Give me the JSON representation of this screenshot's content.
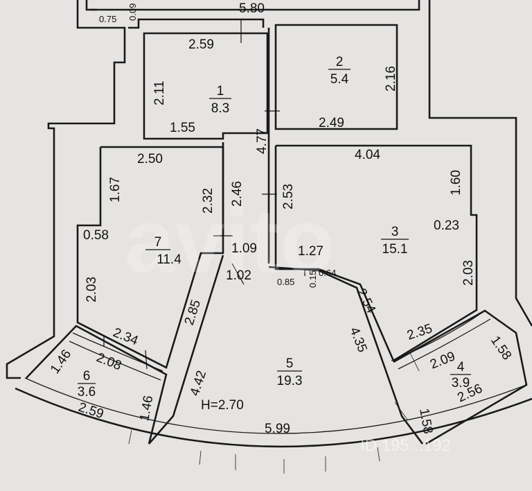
{
  "ceiling_height": "H=2.70",
  "rooms": [
    {
      "number": "1",
      "area": "8.3"
    },
    {
      "number": "2",
      "area": "5.4"
    },
    {
      "number": "3",
      "area": "15.1"
    },
    {
      "number": "4",
      "area": "3.9"
    },
    {
      "number": "5",
      "area": "19.3"
    },
    {
      "number": "6",
      "area": "3.6"
    },
    {
      "number": "7",
      "area": "11.4"
    }
  ],
  "dimensions": [
    "5.80",
    "0.75",
    "0.09",
    "2.59",
    "2.11",
    "1.55",
    "4.77",
    "2.16",
    "2.49",
    "2.50",
    "1.67",
    "2.32",
    "2.46",
    "2.53",
    "4.04",
    "1.60",
    "0.58",
    "0.23",
    "1.09",
    "1.27",
    "1.02",
    "0.85",
    "0.15",
    "0.64",
    "2.03",
    "2.03",
    "2.85",
    "2.54",
    "4.35",
    "2.35",
    "2.09",
    "1.58",
    "2.34",
    "2.08",
    "1.46",
    "1.46",
    "4.42",
    "2.59",
    "5.99",
    "1.58",
    "2.56"
  ],
  "watermark": {
    "logo": "avito",
    "id": "ID 195...192"
  }
}
